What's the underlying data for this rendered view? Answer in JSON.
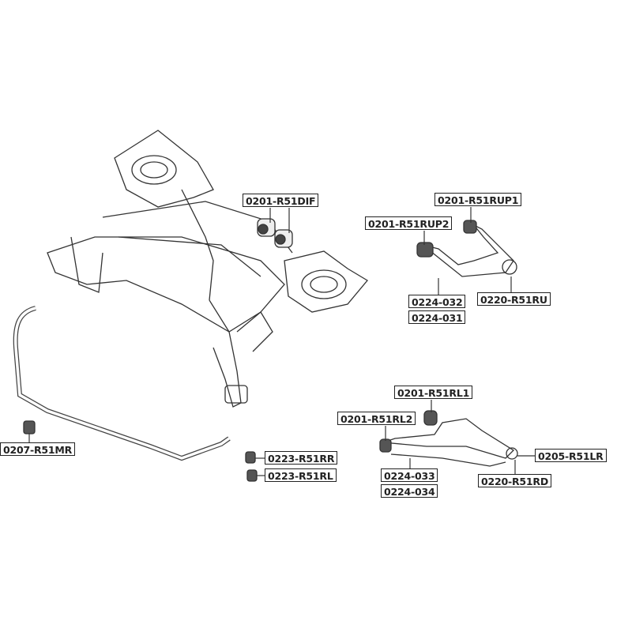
{
  "parts": {
    "diff_bushing": "0201-R51DIF",
    "upper_arm_bushing_1": "0201-R51RUP1",
    "upper_arm_bushing_2": "0201-R51RUP2",
    "upper_arm_right": "0224-032",
    "upper_arm_left": "0224-031",
    "upper_ball_joint": "0220-R51RU",
    "lower_arm_bushing_1": "0201-R51RL1",
    "lower_arm_bushing_2": "0201-R51RL2",
    "lower_arm_right": "0224-033",
    "lower_arm_left": "0224-034",
    "lower_arm_bushing_3": "0205-R51LR",
    "lower_ball_joint": "0220-R51RD",
    "stabilizer_bushing": "0207-R51MR",
    "stabilizer_link_right": "0223-R51RR",
    "stabilizer_link_left": "0223-R51RL"
  }
}
